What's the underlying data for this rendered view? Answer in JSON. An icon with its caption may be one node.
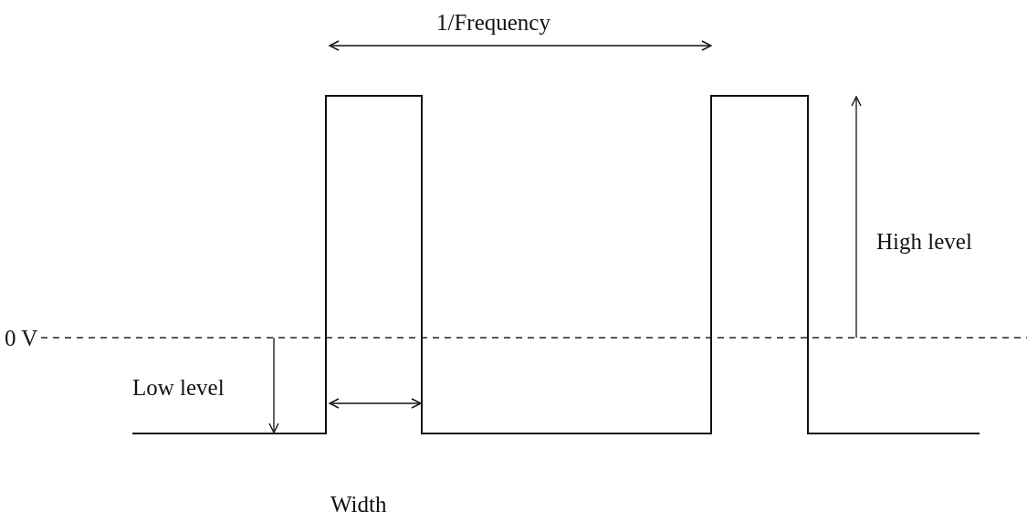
{
  "diagram": {
    "labels": [
      "1/Frequency",
      "High level",
      "0 V",
      "Low level",
      "Width"
    ]
  }
}
